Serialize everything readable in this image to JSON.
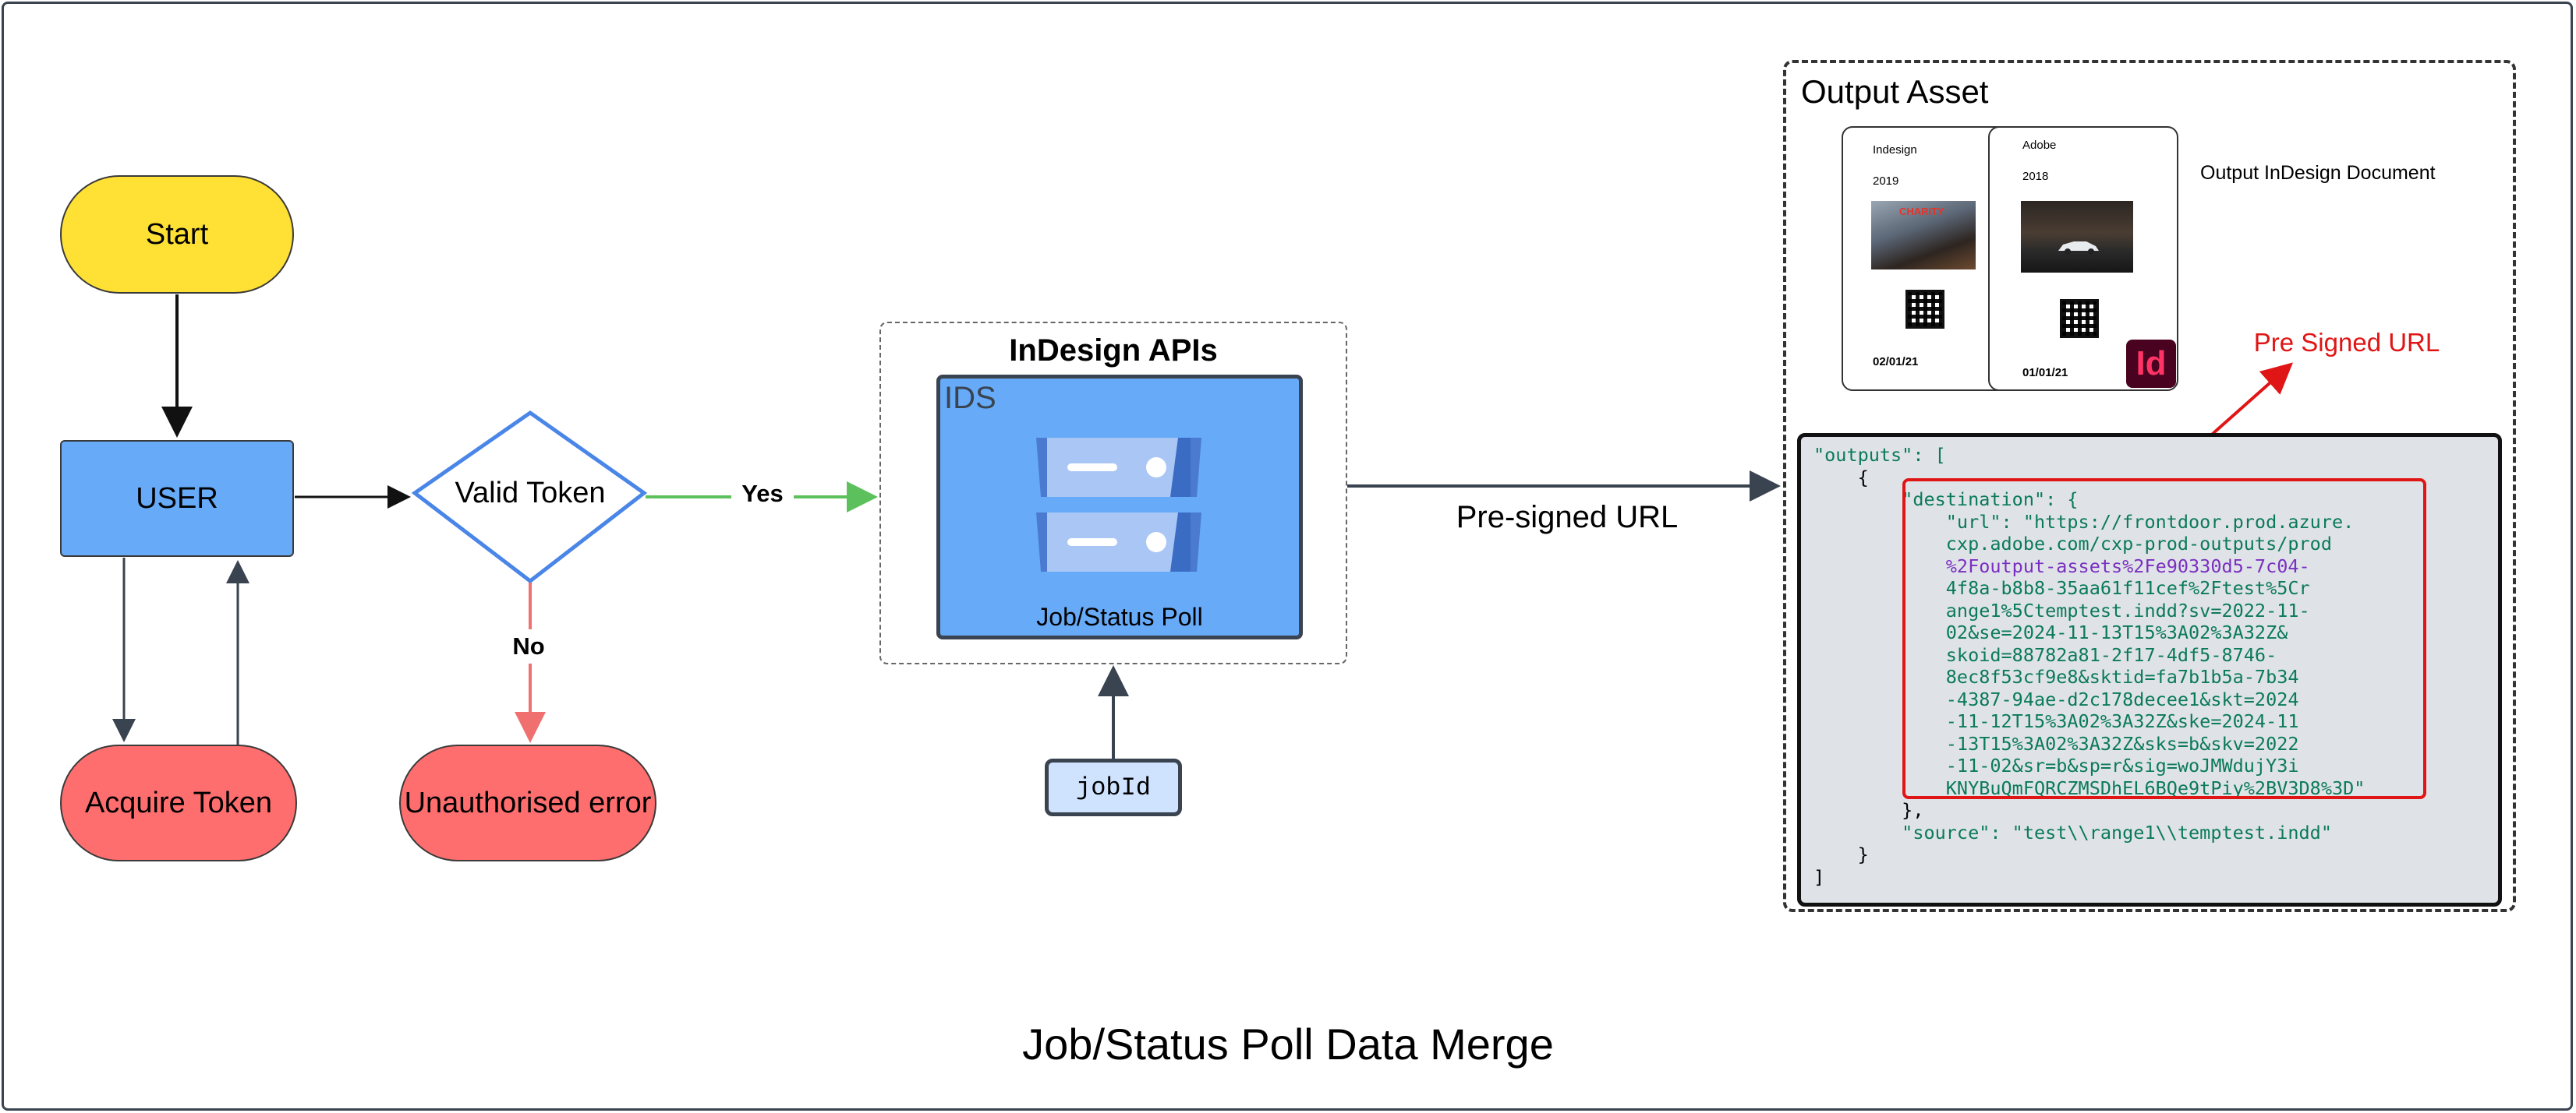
{
  "title": "Job/Status Poll Data Merge",
  "nodes": {
    "start": "Start",
    "user": "USER",
    "valid_token": "Valid Token",
    "acquire_token": "Acquire Token",
    "unauthorised_error": "Unauthorised error",
    "indesign_apis": "InDesign APIs",
    "ids": "IDS",
    "job_status_poll": "Job/Status Poll",
    "job_id": "jobId"
  },
  "edges": {
    "yes": "Yes",
    "no": "No",
    "presigned_url": "Pre-signed URL"
  },
  "output": {
    "title": "Output Asset",
    "description": "Output InDesign Document",
    "pre_signed_label": "Pre Signed URL",
    "card_front": {
      "title": "Indesign",
      "year": "2019",
      "date": "02/01/21",
      "banner": "CHARITY"
    },
    "card_back": {
      "title": "Adobe",
      "year": "2018",
      "date": "01/01/21"
    },
    "logo_text": "Id"
  },
  "code": {
    "lines": [
      "\"outputs\": [",
      "    {",
      "        \"destination\": {",
      "            \"url\": \"https://frontdoor.prod.azure.",
      "            cxp.adobe.com/cxp-prod-outputs/prod",
      "            %2Foutput-assets%2Fe90330d5-7c04-",
      "            4f8a-b8b8-35aa61f11cef%2Ftest%5Cr",
      "            ange1%5Ctemptest.indd?sv=2022-11-",
      "            02&se=2024-11-13T15%3A02%3A32Z&",
      "            skoid=88782a81-2f17-4df5-8746-",
      "            8ec8f53cf9e8&sktid=fa7b1b5a-7b34",
      "            -4387-94ae-d2c178decee1&skt=2024",
      "            -11-12T15%3A02%3A32Z&ske=2024-11",
      "            -13T15%3A02%3A32Z&sks=b&skv=2022",
      "            -11-02&sr=b&sp=r&sig=woJMWdujY3i",
      "            KNYBuQmFQRCZMSDhEL6BQe9tPiy%2BV3D8%3D\"",
      "        },",
      "        \"source\": \"test\\\\range1\\\\temptest.indd\"",
      "    }",
      "]"
    ]
  },
  "colors": {
    "start": "#ffe135",
    "process": "#66aaf8",
    "terminal_error": "#ff6e6e",
    "decision_border": "#4a86e8",
    "yes_edge": "#5cc05c",
    "no_edge": "#f07070",
    "highlight": "#e01515"
  }
}
